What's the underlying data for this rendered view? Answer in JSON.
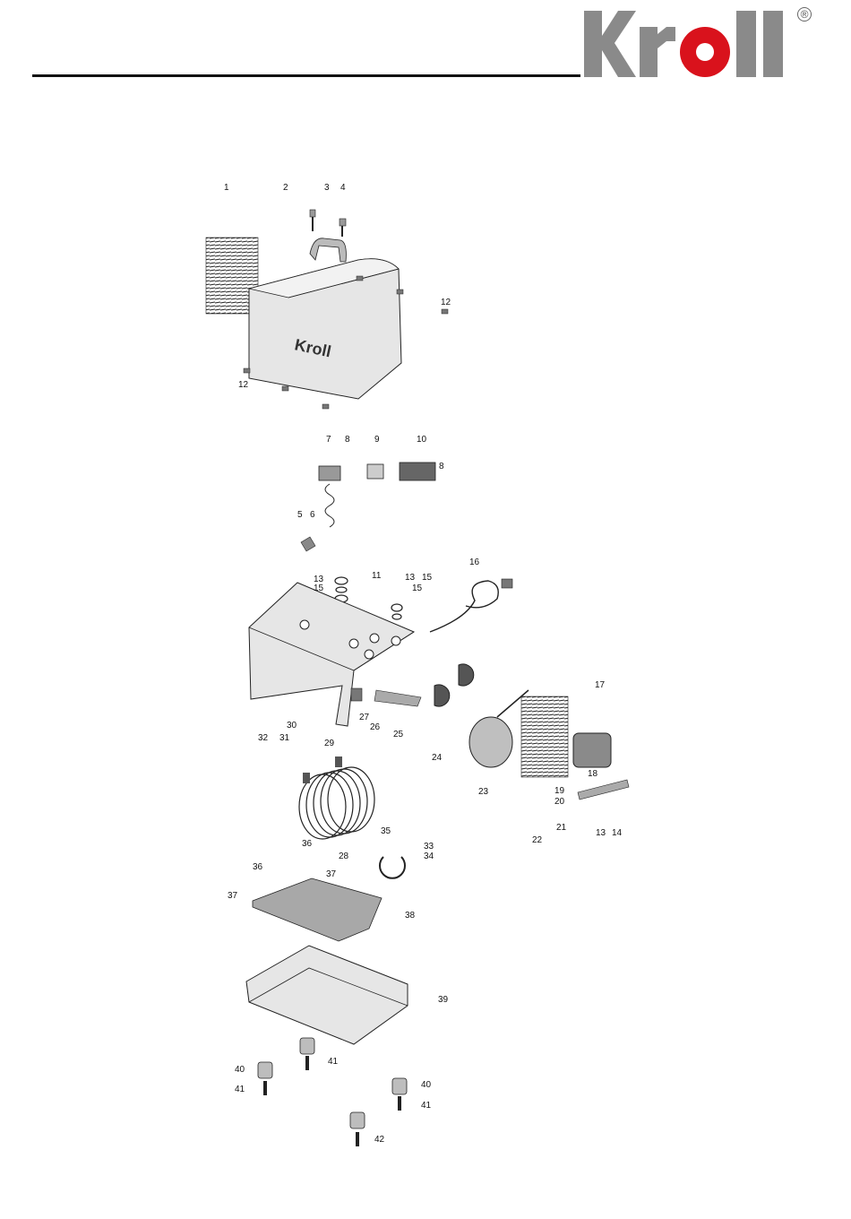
{
  "header": {
    "brand_logo_text": "Kroll",
    "registered_mark": "®"
  },
  "diagram": {
    "panel_logo_text": "Kroll",
    "callouts": [
      {
        "id": "c1",
        "label": "1"
      },
      {
        "id": "c2",
        "label": "2"
      },
      {
        "id": "c3",
        "label": "3"
      },
      {
        "id": "c4",
        "label": "4"
      },
      {
        "id": "c12a",
        "label": "12"
      },
      {
        "id": "c12b",
        "label": "12"
      },
      {
        "id": "c7",
        "label": "7"
      },
      {
        "id": "c8a",
        "label": "8"
      },
      {
        "id": "c9",
        "label": "9"
      },
      {
        "id": "c10",
        "label": "10"
      },
      {
        "id": "c8b",
        "label": "8"
      },
      {
        "id": "c5",
        "label": "5"
      },
      {
        "id": "c6",
        "label": "6"
      },
      {
        "id": "c13a",
        "label": "13"
      },
      {
        "id": "c15a",
        "label": "15"
      },
      {
        "id": "c11",
        "label": "11"
      },
      {
        "id": "c13b",
        "label": "13"
      },
      {
        "id": "c15b",
        "label": "15"
      },
      {
        "id": "c15c",
        "label": "15"
      },
      {
        "id": "c16",
        "label": "16"
      },
      {
        "id": "c32",
        "label": "32"
      },
      {
        "id": "c31",
        "label": "31"
      },
      {
        "id": "c30",
        "label": "30"
      },
      {
        "id": "c29",
        "label": "29"
      },
      {
        "id": "c27",
        "label": "27"
      },
      {
        "id": "c26",
        "label": "26"
      },
      {
        "id": "c25",
        "label": "25"
      },
      {
        "id": "c24",
        "label": "24"
      },
      {
        "id": "c23",
        "label": "23"
      },
      {
        "id": "c22",
        "label": "22"
      },
      {
        "id": "c17",
        "label": "17"
      },
      {
        "id": "c18",
        "label": "18"
      },
      {
        "id": "c19",
        "label": "19"
      },
      {
        "id": "c20",
        "label": "20"
      },
      {
        "id": "c21",
        "label": "21"
      },
      {
        "id": "c13c",
        "label": "13"
      },
      {
        "id": "c14",
        "label": "14"
      },
      {
        "id": "c28",
        "label": "28"
      },
      {
        "id": "c35",
        "label": "35"
      },
      {
        "id": "c33",
        "label": "33"
      },
      {
        "id": "c34",
        "label": "34"
      },
      {
        "id": "c36a",
        "label": "36"
      },
      {
        "id": "c37a",
        "label": "37"
      },
      {
        "id": "c36b",
        "label": "36"
      },
      {
        "id": "c37b",
        "label": "37"
      },
      {
        "id": "c38",
        "label": "38"
      },
      {
        "id": "c39",
        "label": "39"
      },
      {
        "id": "c40a",
        "label": "40"
      },
      {
        "id": "c41a",
        "label": "41"
      },
      {
        "id": "c41b",
        "label": "41"
      },
      {
        "id": "c40b",
        "label": "40"
      },
      {
        "id": "c41c",
        "label": "41"
      },
      {
        "id": "c42",
        "label": "42"
      }
    ]
  },
  "colors": {
    "logo_grey": "#8a8a8a",
    "logo_red": "#d9121c",
    "part_fill": "#e6e6e6",
    "part_dark": "#555555",
    "line": "#222222"
  }
}
